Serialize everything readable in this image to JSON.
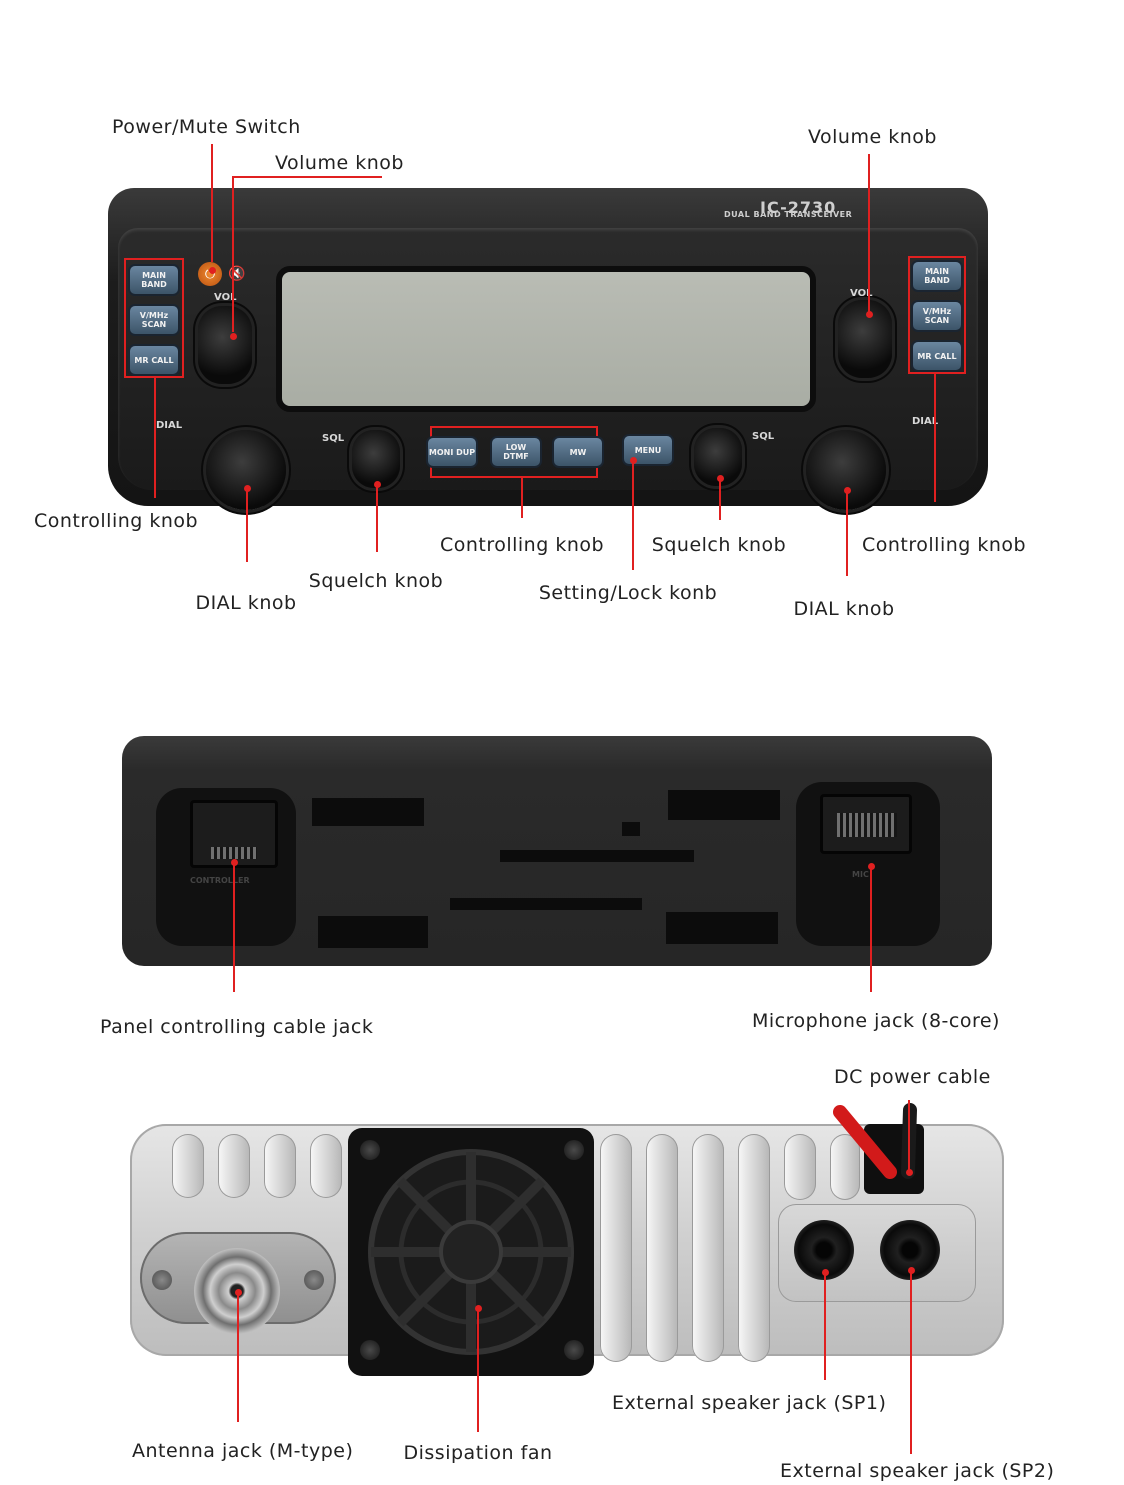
{
  "labels": {
    "power_mute_switch": "Power/Mute Switch",
    "volume_knob_left": "Volume knob",
    "volume_knob_right": "Volume knob",
    "controlling_knob_left": "Controlling knob",
    "controlling_knob_center": "Controlling knob",
    "controlling_knob_right": "Controlling knob",
    "dial_knob_left": "DIAL knob",
    "dial_knob_right": "DIAL knob",
    "squelch_knob_left": "Squelch knob",
    "squelch_knob_right": "Squelch knob",
    "setting_lock_knob": "Setting/Lock konb",
    "panel_controlling_cable_jack": "Panel controlling cable jack",
    "microphone_jack": "Microphone jack (8-core)",
    "dc_power_cable": "DC power cable",
    "antenna_jack": "Antenna jack (M-type)",
    "dissipation_fan": "Dissipation fan",
    "external_speaker_jack_sp1": "External speaker jack (SP1)",
    "external_speaker_jack_sp2": "External speaker jack (SP2)"
  },
  "front_panel": {
    "model": "IC-2730",
    "model_subtitle": "DUAL BAND TRANSCEIVER",
    "vol": "VOL",
    "dial": "DIAL",
    "sql": "SQL",
    "buttons": {
      "main_band": "MAIN BAND",
      "v_mhz_scan": "V/MHz SCAN",
      "mr_call": "MR CALL",
      "moni_dup": "MONI DUP",
      "low_dtmf": "LOW DTMF",
      "mw": "MW",
      "menu": "MENU"
    }
  },
  "rear_panel": {
    "controller_port_label": "CONTROLLER",
    "mic_port_label": "MIC"
  },
  "colors": {
    "leader_line": "#e02020",
    "panel_body": "#1c1c1c",
    "lcd": "#b0b3aa",
    "button": "#4f6a82",
    "chassis": "#cfcfcf",
    "power_button": "#e07a28"
  }
}
